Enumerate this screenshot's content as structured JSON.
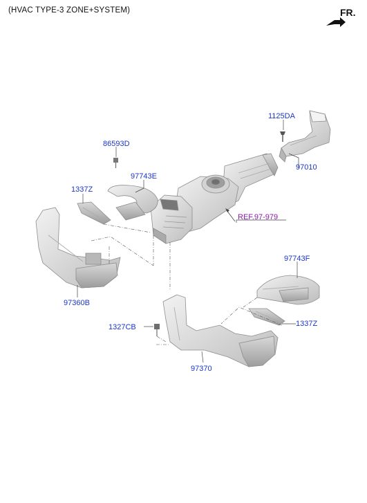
{
  "header": {
    "title": "(HVAC TYPE-3 ZONE+SYSTEM)",
    "direction_label": "FR."
  },
  "parts": {
    "p1125DA": "1125DA",
    "p97010": "97010",
    "p86593D": "86593D",
    "p97743E": "97743E",
    "p1337Z_left": "1337Z",
    "ref": "REF.97-979",
    "p97360B": "97360B",
    "p97743F": "97743F",
    "p1337Z_right": "1337Z",
    "p1327CB": "1327CB",
    "p97370": "97370"
  },
  "colors": {
    "label": "#1a35c8",
    "reference": "#8a1aa8",
    "part_fill": "#e6e6e6",
    "part_stroke": "#8c8c8c",
    "leader": "#444444"
  }
}
